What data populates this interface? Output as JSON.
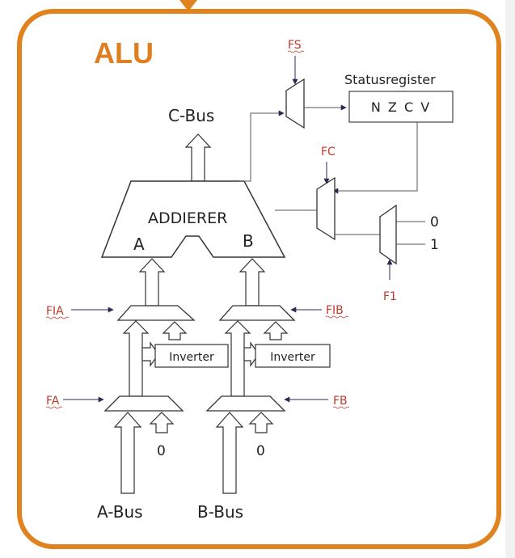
{
  "title": "ALU",
  "colors": {
    "frame": "#E0821E",
    "signal": "#C0392B",
    "line": "#333333",
    "arrowhead": "#2A2A55"
  },
  "labels": {
    "c_bus": "C-Bus",
    "a_bus": "A-Bus",
    "b_bus": "B-Bus",
    "adder": "ADDIERER",
    "adder_in_a": "A",
    "adder_in_b": "B",
    "status_register_caption": "Statusregister",
    "status_flags": "N Z C V",
    "inverter_left": "Inverter",
    "inverter_right": "Inverter",
    "zero_left": "0",
    "zero_right": "0",
    "carry_in_0": "0",
    "carry_in_1": "1"
  },
  "signals": {
    "fs": "FS",
    "fc": "FC",
    "f1": "F1",
    "fia": "FIA",
    "fib": "FIB",
    "fa": "FA",
    "fb": "FB"
  }
}
